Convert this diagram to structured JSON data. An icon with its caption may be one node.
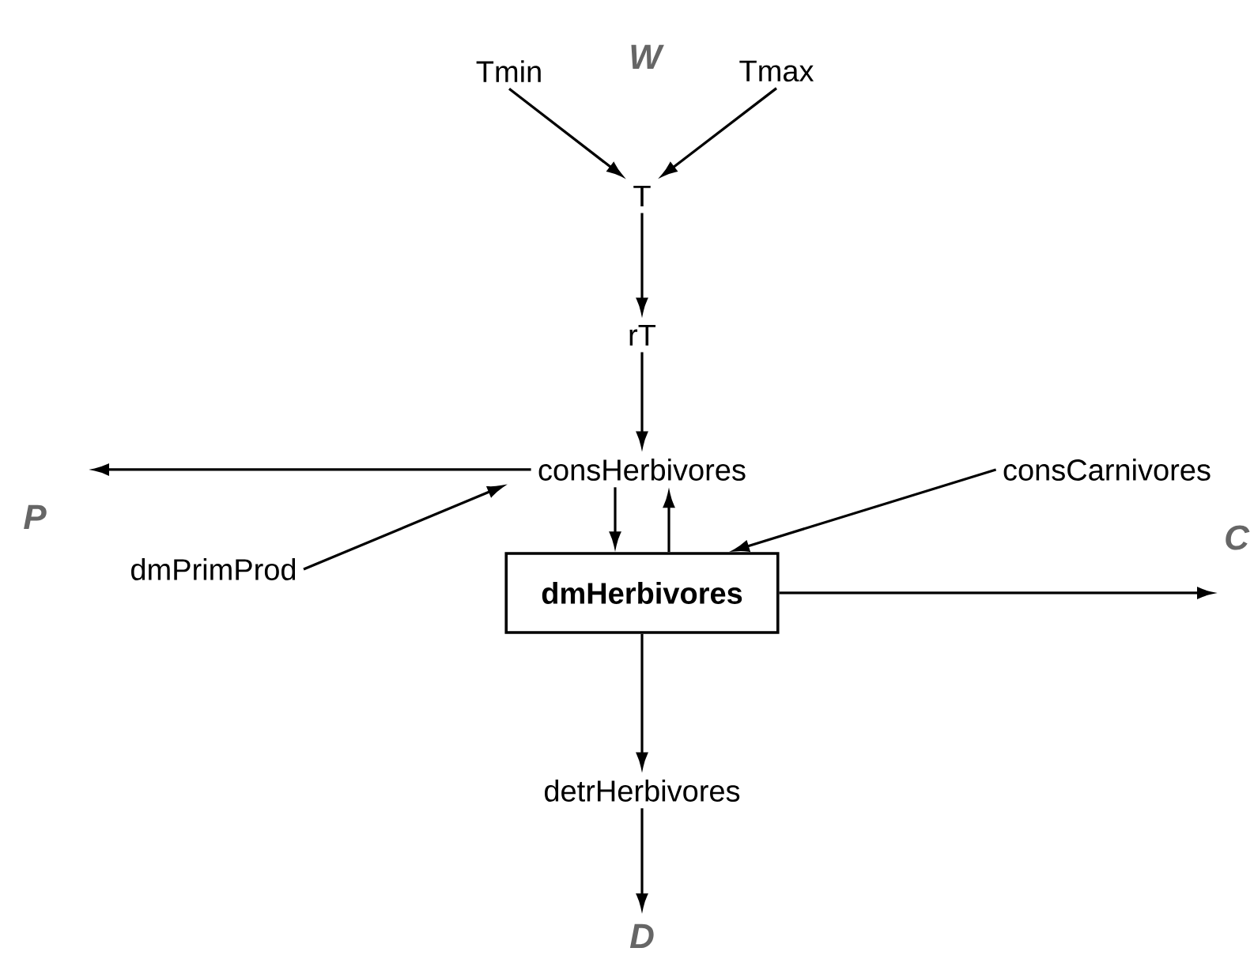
{
  "diagram": {
    "nodes": [
      {
        "text": [
          "Tmin"
        ]
      },
      {
        "text": [
          "T"
        ]
      },
      {
        "text": [
          "Tmax"
        ]
      },
      {
        "text": [
          "rT"
        ]
      },
      {
        "text": [
          "consHerbivores"
        ]
      },
      {
        "text": [
          "consCarnivores"
        ]
      },
      {
        "text": [
          "dmPrimProd"
        ]
      },
      {
        "text": [
          "dmHerbivores"
        ]
      },
      {
        "text": [
          "detrHerbivores"
        ]
      }
    ],
    "edges": [
      {
        "from": 0,
        "to": 1,
        "arrow": "to"
      },
      {
        "from": 2,
        "to": 1,
        "arrow": "to"
      },
      {
        "from": 1,
        "to": 3,
        "arrow": "to"
      },
      {
        "from": 3,
        "to": 4,
        "arrow": "to"
      },
      {
        "from": 4,
        "to": null,
        "arrow": "to"
      },
      {
        "from": 6,
        "to": 4,
        "arrow": "to"
      },
      {
        "from": 4,
        "to": 7,
        "arrow": "to"
      },
      {
        "from": 7,
        "to": 4,
        "arrow": "to"
      },
      {
        "from": 5,
        "to": 7,
        "arrow": "to"
      },
      {
        "from": 7,
        "to": null,
        "arrow": "to"
      },
      {
        "from": 7,
        "to": 8,
        "arrow": "to"
      },
      {
        "from": 8,
        "to": null,
        "arrow": "to"
      }
    ],
    "labels": [
      "W",
      "P",
      "C",
      "D"
    ]
  }
}
